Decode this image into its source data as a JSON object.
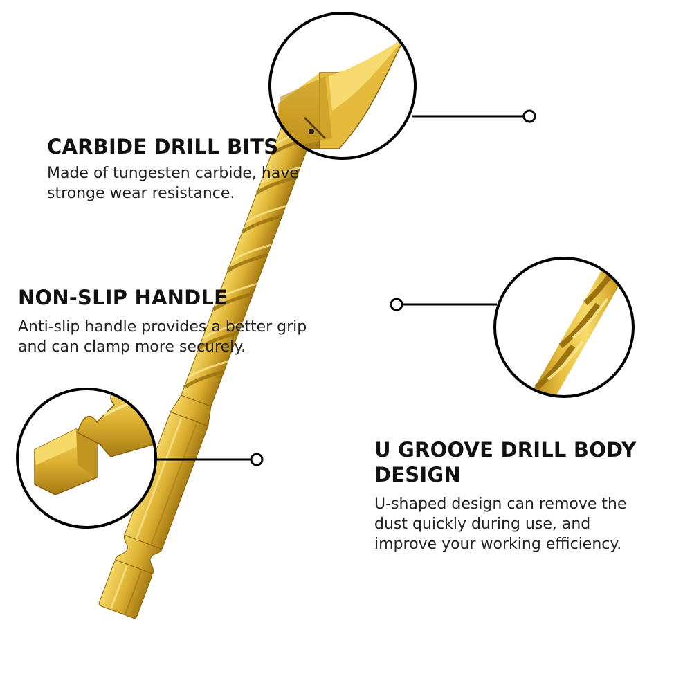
{
  "features": [
    {
      "title": "CARBIDE DRILL BITS",
      "description_lines": [
        "Made of tungesten carbide, have",
        "stronge wear resistance."
      ]
    },
    {
      "title": "NON-SLIP HANDLE",
      "description_lines": [
        "Anti-slip handle provides a better grip",
        "and can clamp more securely."
      ]
    },
    {
      "title_lines": [
        "U GROOVE DRILL BODY",
        "DESIGN"
      ],
      "description_lines": [
        "U-shaped design can remove the",
        "dust quickly during use, and",
        "improve your working efficiency."
      ]
    }
  ],
  "colors": {
    "gold_light": "#f2d35a",
    "gold": "#d9ad2b",
    "gold_dark": "#9e7412",
    "line": "#000000",
    "text": "#111111"
  },
  "icons": {
    "tip_detail": "drill-tip-detail-icon",
    "body_detail": "drill-flute-detail-icon",
    "handle_detail": "hex-shank-detail-icon"
  }
}
